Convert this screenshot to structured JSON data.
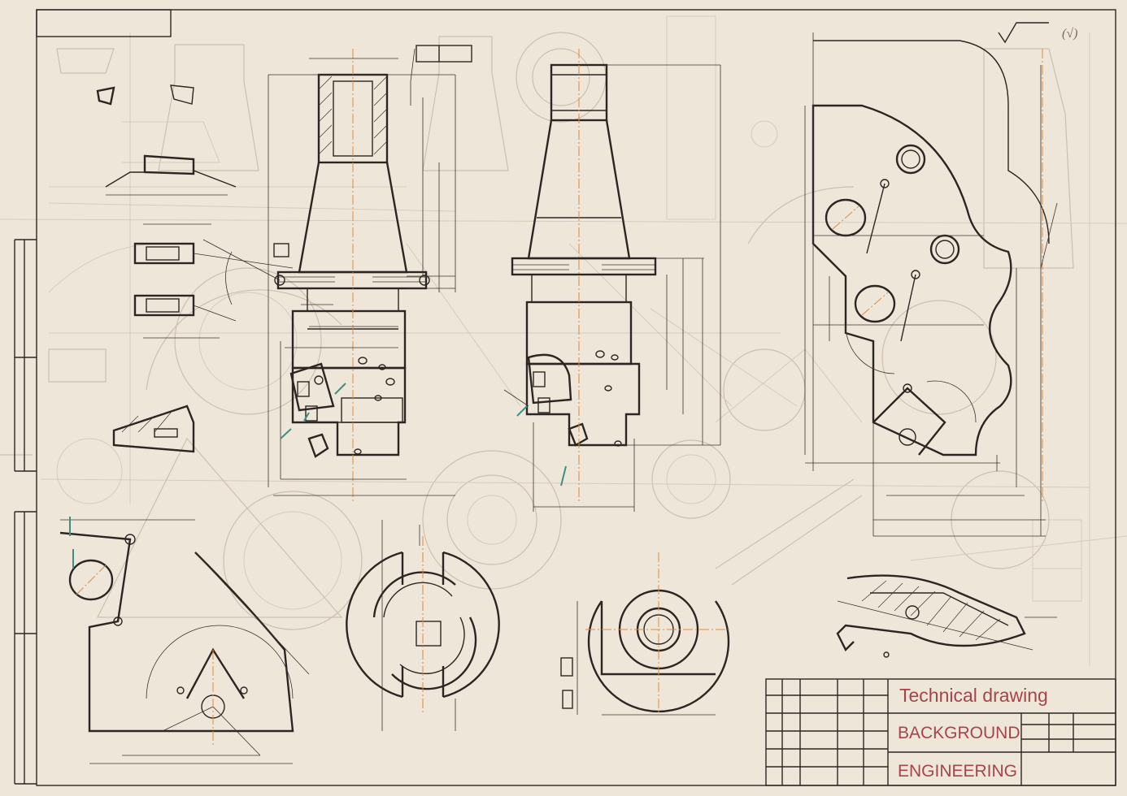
{
  "title_block": {
    "title": "Technical drawing",
    "line1": "BACKGROUND",
    "line2": "ENGINEERING"
  },
  "roughness_mark": "(√)",
  "colors": {
    "paper": "#efe6da",
    "ink": "#2c2622",
    "ghost_lines": "#cdbfb0",
    "title_text": "#a5454b",
    "center_axis": "#e08a3c",
    "accent_teal": "#3f8f80"
  }
}
